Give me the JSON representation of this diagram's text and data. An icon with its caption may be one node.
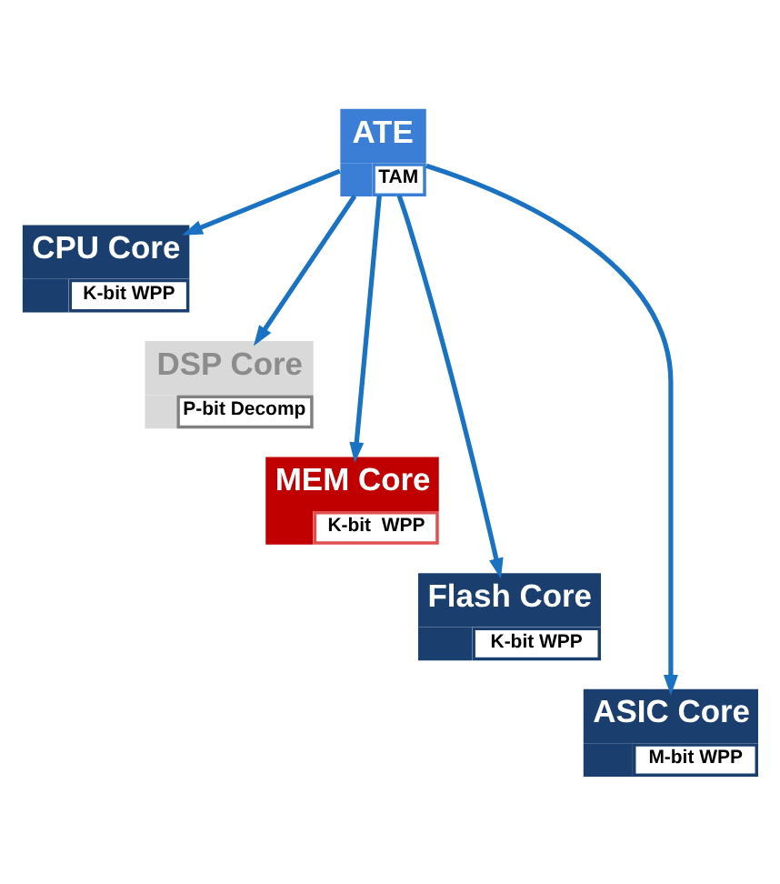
{
  "diagram": {
    "nodes": [
      {
        "text": [
          "ATE",
          "TAM"
        ]
      },
      {
        "text": [
          "CPU Core",
          "K-bit WPP"
        ]
      },
      {
        "text": [
          "DSP Core",
          "P-bit Decomp"
        ]
      },
      {
        "text": [
          "MEM Core",
          "K-bit  WPP"
        ]
      },
      {
        "text": [
          "Flash Core",
          "K-bit WPP"
        ]
      },
      {
        "text": [
          "ASIC Core",
          "M-bit WPP"
        ]
      }
    ],
    "edges": [
      {
        "from": 0,
        "to": 1,
        "arrow": "to"
      },
      {
        "from": 0,
        "to": 2,
        "arrow": "to"
      },
      {
        "from": 0,
        "to": 3,
        "arrow": "to"
      },
      {
        "from": 0,
        "to": 4,
        "arrow": "to"
      },
      {
        "from": 0,
        "to": 5,
        "arrow": "to"
      }
    ]
  }
}
